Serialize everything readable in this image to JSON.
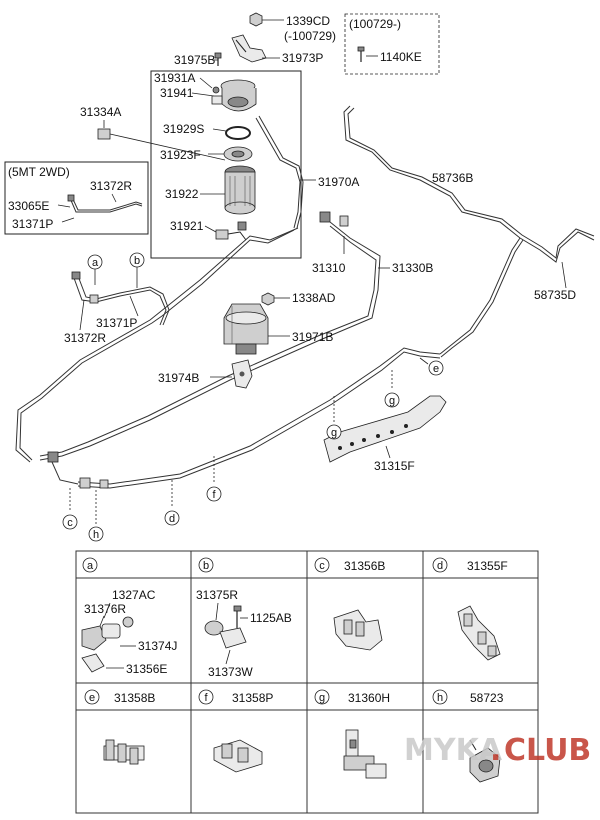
{
  "callouts": {
    "p1339CD": "1339CD",
    "p100729a": "(-100729)",
    "p31973P": "31973P",
    "p31975B": "31975B",
    "p31931A": "31931A",
    "p31941": "31941",
    "p31334A": "31334A",
    "p31929S": "31929S",
    "p31923F": "31923F",
    "p31922": "31922",
    "p31970A": "31970A",
    "p31921": "31921",
    "p31310": "31310",
    "p31330B": "31330B",
    "p58736B": "58736B",
    "p58735D": "58735D",
    "p1338AD": "1338AD",
    "p31971B": "31971B",
    "p31974B": "31974B",
    "p31371P_main": "31371P",
    "p31372R_main": "31372R",
    "p31315F": "31315F"
  },
  "variant_box": {
    "title": "(100729-)",
    "part": "1140KE"
  },
  "inset_5mt": {
    "title": "(5MT 2WD)",
    "p31372R": "31372R",
    "p33065E": "33065E",
    "p31371P": "31371P"
  },
  "markers": {
    "a": "a",
    "b": "b",
    "c": "c",
    "d": "d",
    "e": "e",
    "f": "f",
    "g": "g",
    "h": "h"
  },
  "legend": {
    "cells": [
      {
        "letter": "a",
        "title": "",
        "parts": [
          "1327AC",
          "31376R",
          "31374J",
          "31356E"
        ]
      },
      {
        "letter": "b",
        "title": "",
        "parts": [
          "31375R",
          "1125AB",
          "31373W"
        ]
      },
      {
        "letter": "c",
        "title": "31356B",
        "parts": []
      },
      {
        "letter": "d",
        "title": "31355F",
        "parts": []
      },
      {
        "letter": "e",
        "title": "31358B",
        "parts": []
      },
      {
        "letter": "f",
        "title": "31358P",
        "parts": []
      },
      {
        "letter": "g",
        "title": "31360H",
        "parts": []
      },
      {
        "letter": "h",
        "title": "58723",
        "parts": []
      }
    ]
  },
  "watermark": {
    "text_main": "MYKA",
    "text_dot": ".",
    "text_club": "CLUB",
    "color_main": "#c9c9c9",
    "color_club": "#c0392b"
  }
}
